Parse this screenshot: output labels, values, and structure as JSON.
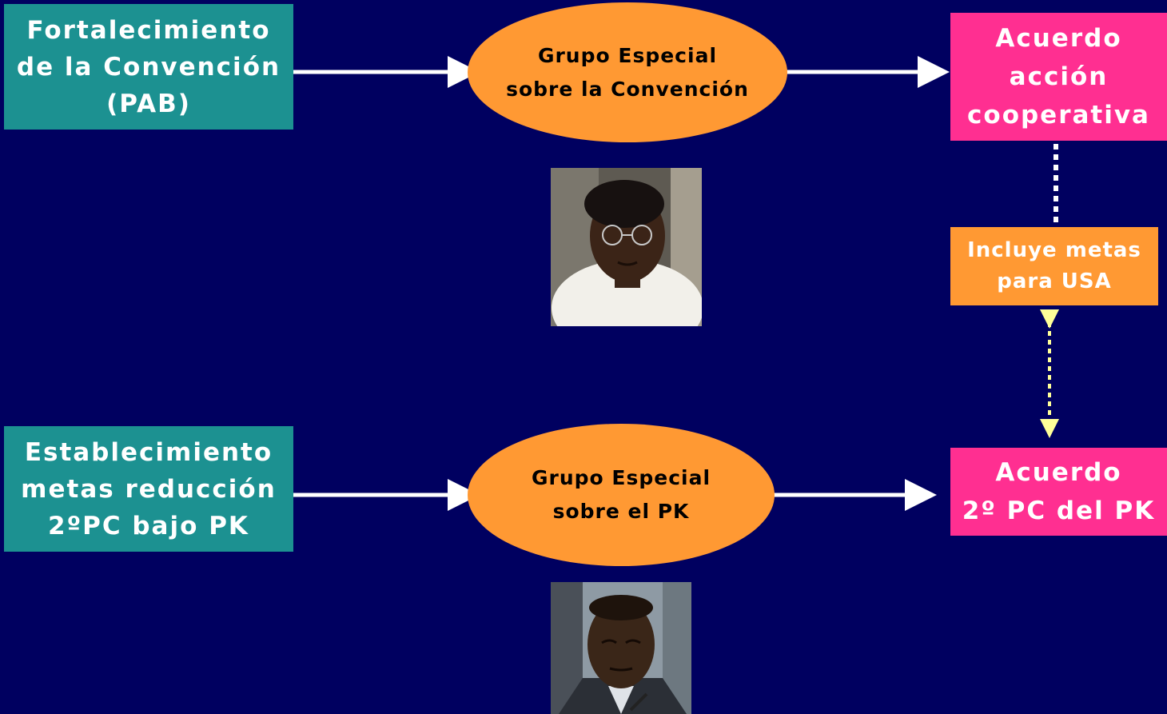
{
  "top_row": {
    "source_box": "Fortalecimiento\nde la Convención\n(PAB)",
    "group_ellipse": "Grupo Especial\nsobre la Convención",
    "result_box": "Acuerdo\nacción\ncooperativa",
    "note_box": "Incluye metas\npara USA"
  },
  "bottom_row": {
    "source_box": "Establecimiento\nmetas reducción\n2ºPC bajo PK",
    "group_ellipse": "Grupo Especial\nsobre el PK",
    "result_box": "Acuerdo\n2º PC del PK"
  },
  "colors": {
    "background": "#000060",
    "teal": "#1c9191",
    "orange": "#ff9933",
    "pink": "#ff2f91",
    "arrow": "#ffffff",
    "link_dashed": "#ffff99"
  },
  "photos": {
    "top": "portrait-photo-woman-with-glasses",
    "bottom": "portrait-photo-man"
  }
}
